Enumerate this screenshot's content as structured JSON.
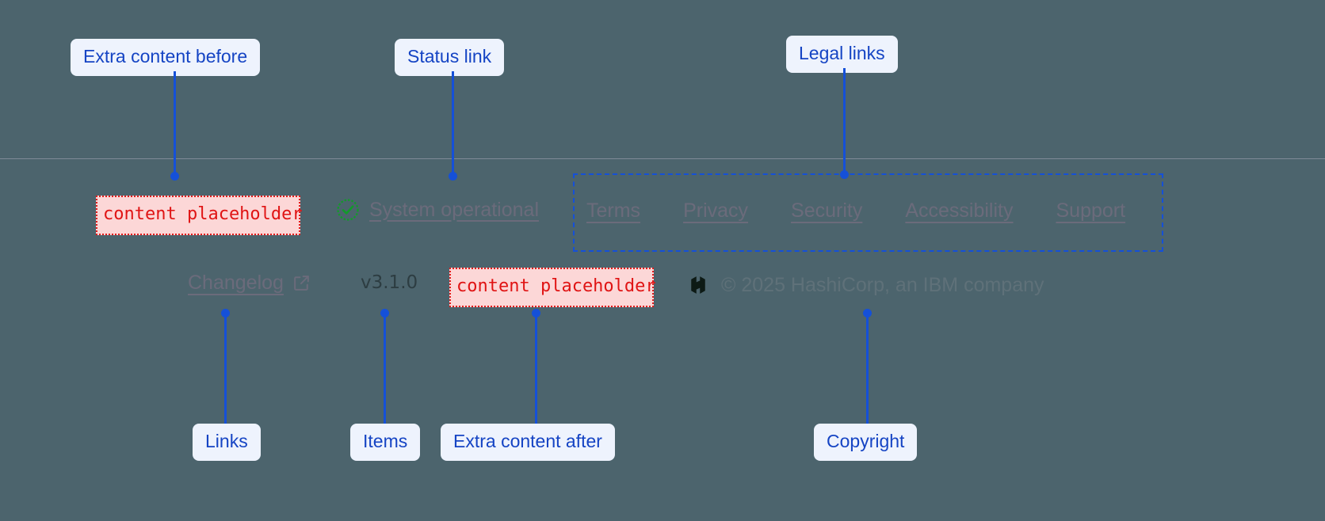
{
  "page": {
    "background_color": "#4c646d",
    "divider_color": "#bfb9cd"
  },
  "annotations": {
    "accent_color": "#1550d8",
    "pill_background": "#eef3fd",
    "callouts": [
      {
        "id": "extra-content-before",
        "label": "Extra content before"
      },
      {
        "id": "status-link",
        "label": "Status link"
      },
      {
        "id": "legal-links",
        "label": "Legal links"
      },
      {
        "id": "links",
        "label": "Links"
      },
      {
        "id": "items",
        "label": "Items"
      },
      {
        "id": "extra-content-after",
        "label": "Extra content after"
      },
      {
        "id": "copyright",
        "label": "Copyright"
      }
    ]
  },
  "footer": {
    "placeholder_before": {
      "text": "content placeholder",
      "background": "#fcd7d7",
      "border_color": "#e01b1b",
      "text_color": "#e01414"
    },
    "placeholder_after": {
      "text": "content placeholder",
      "background": "#fcd7d7",
      "border_color": "#e01b1b",
      "text_color": "#e01414"
    },
    "status": {
      "icon": "check-circle-icon",
      "icon_color": "#139a2b",
      "label": "System operational"
    },
    "legal_links": [
      {
        "label": "Terms"
      },
      {
        "label": "Privacy"
      },
      {
        "label": "Security"
      },
      {
        "label": "Accessibility"
      },
      {
        "label": "Support"
      }
    ],
    "changelog": {
      "label": "Changelog",
      "icon": "external-link-icon"
    },
    "version": "v3.1.0",
    "copyright": {
      "logo": "hashicorp-logo",
      "text": "© 2025 HashiCorp, an IBM company"
    },
    "link_color": "#6b6b7b"
  }
}
